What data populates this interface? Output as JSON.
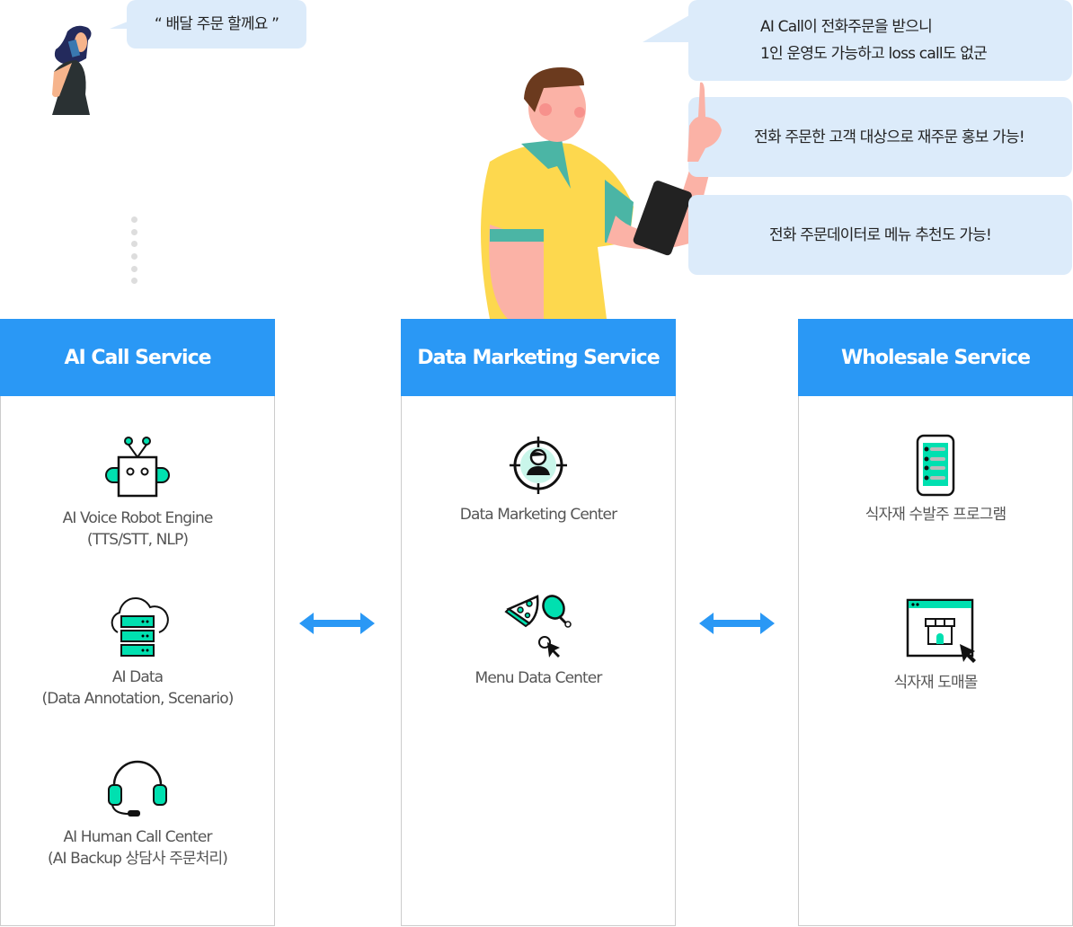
{
  "bubbles": {
    "customer": "“ 배달 주문 할께요 ”",
    "owner_1_line1": "AI Call이 전화주문을 받으니",
    "owner_1_line2": "1인 운영도 가능하고 loss call도 없군",
    "owner_2": "전화 주문한 고객 대상으로 재주문 홍보 가능!",
    "owner_3": "전화 주문데이터로 메뉴 추천도 가능!"
  },
  "columns": [
    {
      "title": "AI Call Service",
      "items": [
        {
          "icon": "robot-icon",
          "label": "AI Voice Robot Engine\n(TTS/STT, NLP)"
        },
        {
          "icon": "cloud-server-icon",
          "label": "AI Data\n(Data Annotation, Scenario)"
        },
        {
          "icon": "headset-icon",
          "label": "AI Human Call Center\n(AI Backup 상담사 주문처리)"
        }
      ]
    },
    {
      "title": "Data Marketing Service",
      "items": [
        {
          "icon": "target-person-icon",
          "label": "Data Marketing Center"
        },
        {
          "icon": "food-click-icon",
          "label": "Menu Data Center"
        }
      ]
    },
    {
      "title": "Wholesale Service",
      "items": [
        {
          "icon": "mobile-list-icon",
          "label": "식자재 수발주 프로그램"
        },
        {
          "icon": "web-store-icon",
          "label": "식자재  도매몰"
        }
      ]
    }
  ],
  "colors": {
    "accent": "#2a98f5",
    "bubble": "#dcebfa",
    "mint": "#00e0b0"
  }
}
